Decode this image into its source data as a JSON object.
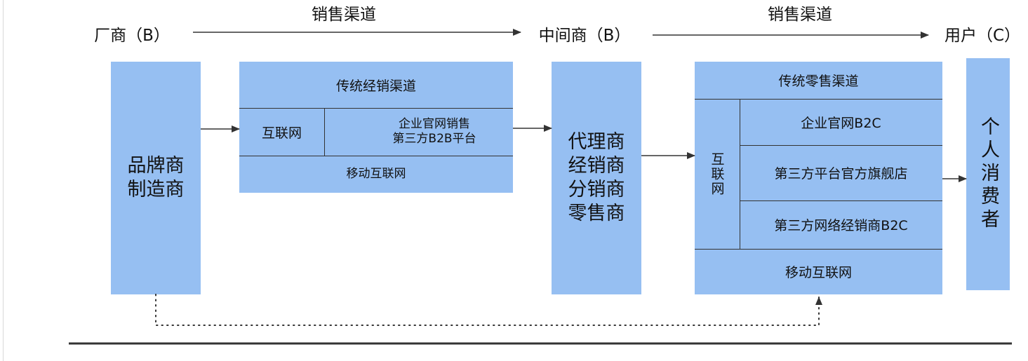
{
  "header": {
    "manufacturer": "厂商（B）",
    "channel_1": "销售渠道",
    "middleman": "中间商（B）",
    "channel_2": "销售渠道",
    "user": "用户（C）"
  },
  "brand_box": {
    "line1": "品牌商",
    "line2": "制造商"
  },
  "wholesale": {
    "traditional": "传统经销渠道",
    "internet": "互联网",
    "internet_items": {
      "line1": "企业官网销售",
      "line2": "第三方B2B平台"
    },
    "mobile": "移动互联网"
  },
  "agent_box": {
    "line1": "代理商",
    "line2": "经销商",
    "line3": "分销商",
    "line4": "零售商"
  },
  "retail": {
    "traditional": "传统零售渠道",
    "internet": "互联网",
    "items": [
      "企业官网B2C",
      "第三方平台官方旗舰店",
      "第三方网络经销商B2C"
    ],
    "mobile": "移动互联网"
  },
  "consumer_box": {
    "text": "个人消费者"
  },
  "colors": {
    "box_fill": "#96bff2",
    "line": "#333333"
  }
}
